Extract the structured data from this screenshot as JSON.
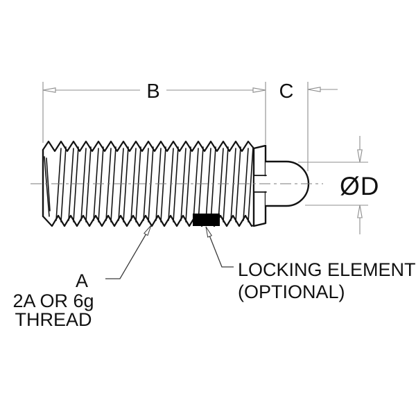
{
  "labels": {
    "length": "B",
    "nose_length": "C",
    "diameter": "ØD",
    "thread_ref": "A",
    "thread_class": "2A OR 6g",
    "thread_word": "THREAD",
    "locking_line1": "LOCKING ELEMENT",
    "locking_line2": "(OPTIONAL)"
  },
  "colors": {
    "outline": "#121212",
    "dimension": "#8c8c8c",
    "leader": "#3a3a3a",
    "centerline": "#7a7a7a",
    "locking_element_fill": "#000000",
    "background": "#ffffff"
  }
}
